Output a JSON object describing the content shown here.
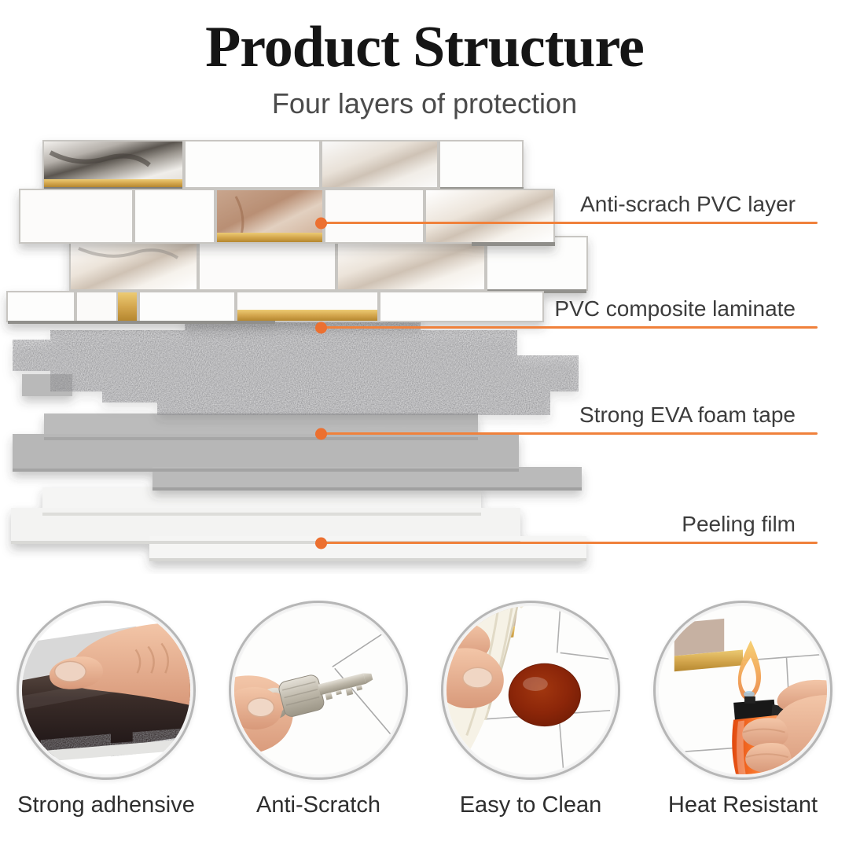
{
  "header": {
    "title": "Product Structure",
    "subtitle": "Four layers of protection"
  },
  "layers": [
    {
      "label": "Anti-scrach PVC layer",
      "color": "#f7f5f2"
    },
    {
      "label": "PVC composite laminate",
      "color": "#3f3f42"
    },
    {
      "label": "Strong EVA foam tape",
      "color": "#b9b9b9"
    },
    {
      "label": "Peeling film",
      "color": "#f4f4f3"
    }
  ],
  "features": [
    {
      "caption": "Strong adhensive",
      "icon": "hand-press-tile-icon"
    },
    {
      "caption": "Anti-Scratch",
      "icon": "key-scratch-icon"
    },
    {
      "caption": "Easy to Clean",
      "icon": "wipe-stain-icon"
    },
    {
      "caption": "Heat Resistant",
      "icon": "lighter-flame-icon"
    }
  ],
  "colors": {
    "accent_line": "#F0813B",
    "accent_dot": "#EC7030",
    "gold": "#d4a74e",
    "title_text": "#151515",
    "label_text": "#3c3c3c"
  }
}
